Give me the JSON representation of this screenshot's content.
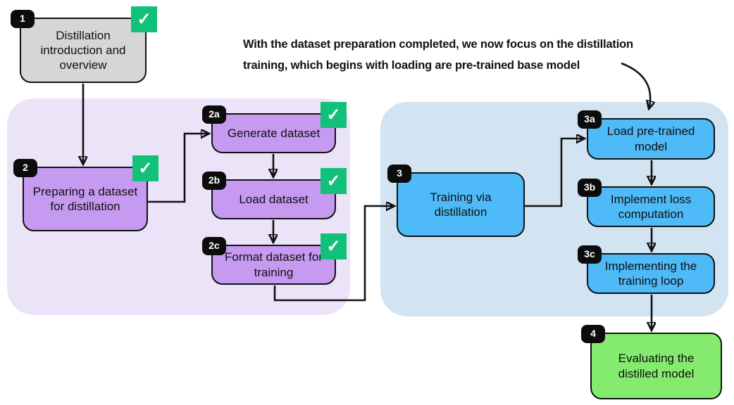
{
  "annotation": {
    "line1": "With the dataset preparation completed, we now focus on the distillation",
    "line2": "training, which begins with loading are pre-trained base model"
  },
  "nodes": {
    "box1": {
      "badge": "1",
      "label": "Distillation introduction and overview",
      "checked": true
    },
    "box2": {
      "badge": "2",
      "label": "Preparing a dataset for distillation",
      "checked": true
    },
    "box2a": {
      "badge": "2a",
      "label": "Generate dataset",
      "checked": true
    },
    "box2b": {
      "badge": "2b",
      "label": "Load dataset",
      "checked": true
    },
    "box2c": {
      "badge": "2c",
      "label": "Format dataset for training",
      "checked": true
    },
    "box3": {
      "badge": "3",
      "label": "Training via distillation",
      "checked": false
    },
    "box3a": {
      "badge": "3a",
      "label": "Load pre-trained model",
      "checked": false
    },
    "box3b": {
      "badge": "3b",
      "label": "Implement loss computation",
      "checked": false
    },
    "box3c": {
      "badge": "3c",
      "label": "Implementing the training loop",
      "checked": false
    },
    "box4": {
      "badge": "4",
      "label": "Evaluating the distilled model",
      "checked": false
    }
  },
  "icons": {
    "check": "✓"
  },
  "colors": {
    "node_gray": "#d6d6d6",
    "node_purple": "#c59af0",
    "node_blue": "#4ebaf8",
    "node_green": "#85eb6e",
    "region_purple": "#ebe3f8",
    "region_blue": "#d2e4f1",
    "check_green": "#13c07a",
    "badge_black": "#0c0c0c",
    "line_black": "#111111"
  }
}
